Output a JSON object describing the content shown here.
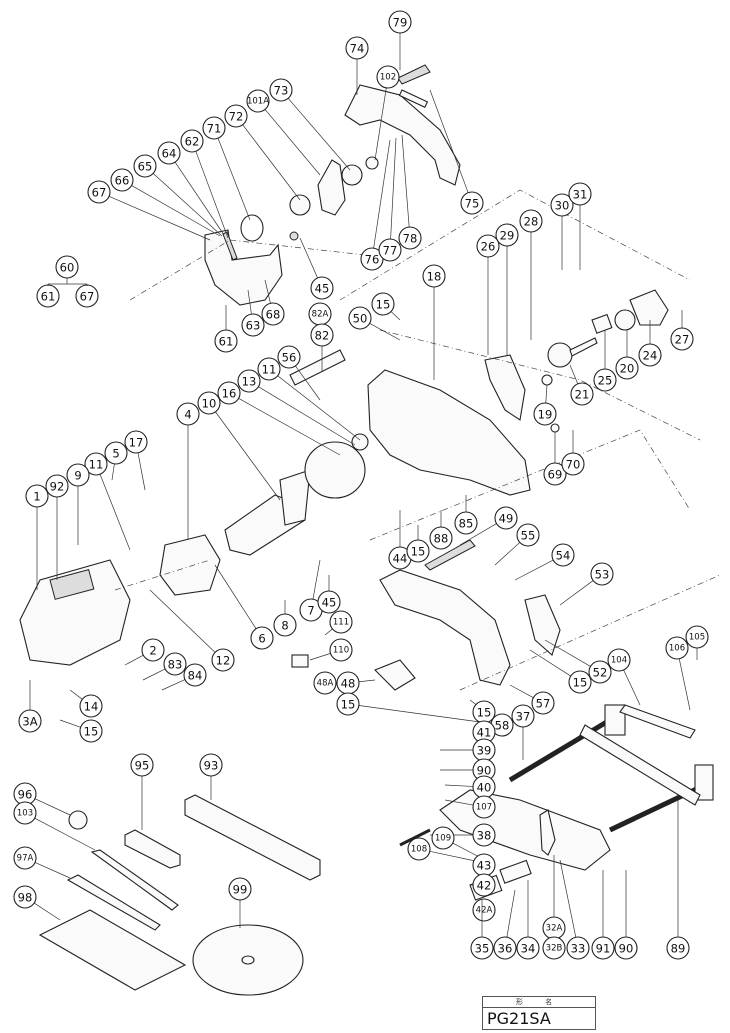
{
  "diagram": {
    "type": "exploded-parts-view",
    "title_block": {
      "header": "形 名",
      "model": "PG21SA"
    },
    "callouts": [
      {
        "id": "c79",
        "label": "79"
      },
      {
        "id": "c74",
        "label": "74"
      },
      {
        "id": "c102",
        "label": "102"
      },
      {
        "id": "c73",
        "label": "73"
      },
      {
        "id": "c101A",
        "label": "101A"
      },
      {
        "id": "c72",
        "label": "72"
      },
      {
        "id": "c71",
        "label": "71"
      },
      {
        "id": "c62",
        "label": "62"
      },
      {
        "id": "c64",
        "label": "64"
      },
      {
        "id": "c65",
        "label": "65"
      },
      {
        "id": "c66",
        "label": "66"
      },
      {
        "id": "c67",
        "label": "67"
      },
      {
        "id": "c75",
        "label": "75"
      },
      {
        "id": "c76",
        "label": "76"
      },
      {
        "id": "c77",
        "label": "77"
      },
      {
        "id": "c78",
        "label": "78"
      },
      {
        "id": "c60",
        "label": "60"
      },
      {
        "id": "c61a",
        "label": "61"
      },
      {
        "id": "c67b",
        "label": "67"
      },
      {
        "id": "c45a",
        "label": "45"
      },
      {
        "id": "c68",
        "label": "68"
      },
      {
        "id": "c63",
        "label": "63"
      },
      {
        "id": "c61",
        "label": "61"
      },
      {
        "id": "c30",
        "label": "30"
      },
      {
        "id": "c31",
        "label": "31"
      },
      {
        "id": "c28",
        "label": "28"
      },
      {
        "id": "c29",
        "label": "29"
      },
      {
        "id": "c26",
        "label": "26"
      },
      {
        "id": "c18",
        "label": "18"
      },
      {
        "id": "c15a",
        "label": "15"
      },
      {
        "id": "c50",
        "label": "50"
      },
      {
        "id": "c82A",
        "label": "82A"
      },
      {
        "id": "c82",
        "label": "82"
      },
      {
        "id": "c27",
        "label": "27"
      },
      {
        "id": "c24",
        "label": "24"
      },
      {
        "id": "c20",
        "label": "20"
      },
      {
        "id": "c25",
        "label": "25"
      },
      {
        "id": "c21",
        "label": "21"
      },
      {
        "id": "c19",
        "label": "19"
      },
      {
        "id": "c69",
        "label": "69"
      },
      {
        "id": "c70",
        "label": "70"
      },
      {
        "id": "c56",
        "label": "56"
      },
      {
        "id": "c11a",
        "label": "11"
      },
      {
        "id": "c13",
        "label": "13"
      },
      {
        "id": "c16",
        "label": "16"
      },
      {
        "id": "c10",
        "label": "10"
      },
      {
        "id": "c4",
        "label": "4"
      },
      {
        "id": "c17",
        "label": "17"
      },
      {
        "id": "c5",
        "label": "5"
      },
      {
        "id": "c11b",
        "label": "11"
      },
      {
        "id": "c9",
        "label": "9"
      },
      {
        "id": "c92",
        "label": "92"
      },
      {
        "id": "c1",
        "label": "1"
      },
      {
        "id": "c12",
        "label": "12"
      },
      {
        "id": "c6",
        "label": "6"
      },
      {
        "id": "c8",
        "label": "8"
      },
      {
        "id": "c7",
        "label": "7"
      },
      {
        "id": "c45b",
        "label": "45"
      },
      {
        "id": "c2",
        "label": "2"
      },
      {
        "id": "c83",
        "label": "83"
      },
      {
        "id": "c84",
        "label": "84"
      },
      {
        "id": "c14",
        "label": "14"
      },
      {
        "id": "c3A",
        "label": "3A"
      },
      {
        "id": "c15b",
        "label": "15"
      },
      {
        "id": "c44",
        "label": "44"
      },
      {
        "id": "c15c",
        "label": "15"
      },
      {
        "id": "c88",
        "label": "88"
      },
      {
        "id": "c85",
        "label": "85"
      },
      {
        "id": "c49",
        "label": "49"
      },
      {
        "id": "c55",
        "label": "55"
      },
      {
        "id": "c54",
        "label": "54"
      },
      {
        "id": "c53",
        "label": "53"
      },
      {
        "id": "c111",
        "label": "111"
      },
      {
        "id": "c110",
        "label": "110"
      },
      {
        "id": "c48A",
        "label": "48A"
      },
      {
        "id": "c48",
        "label": "48"
      },
      {
        "id": "c15d",
        "label": "15"
      },
      {
        "id": "c52",
        "label": "52"
      },
      {
        "id": "c15e",
        "label": "15"
      },
      {
        "id": "c57",
        "label": "57"
      },
      {
        "id": "c58",
        "label": "58"
      },
      {
        "id": "c105",
        "label": "105"
      },
      {
        "id": "c106",
        "label": "106"
      },
      {
        "id": "c104",
        "label": "104"
      },
      {
        "id": "c15f",
        "label": "15"
      },
      {
        "id": "c41",
        "label": "41"
      },
      {
        "id": "c39",
        "label": "39"
      },
      {
        "id": "c90a",
        "label": "90"
      },
      {
        "id": "c40",
        "label": "40"
      },
      {
        "id": "c107",
        "label": "107"
      },
      {
        "id": "c37",
        "label": "37"
      },
      {
        "id": "c38",
        "label": "38"
      },
      {
        "id": "c109",
        "label": "109"
      },
      {
        "id": "c108",
        "label": "108"
      },
      {
        "id": "c43",
        "label": "43"
      },
      {
        "id": "c42",
        "label": "42"
      },
      {
        "id": "c42A",
        "label": "42A"
      },
      {
        "id": "c35",
        "label": "35"
      },
      {
        "id": "c36",
        "label": "36"
      },
      {
        "id": "c34",
        "label": "34"
      },
      {
        "id": "c32A",
        "label": "32A"
      },
      {
        "id": "c32B",
        "label": "32B"
      },
      {
        "id": "c33",
        "label": "33"
      },
      {
        "id": "c91",
        "label": "91"
      },
      {
        "id": "c90b",
        "label": "90"
      },
      {
        "id": "c89",
        "label": "89"
      },
      {
        "id": "c93",
        "label": "93"
      },
      {
        "id": "c95",
        "label": "95"
      },
      {
        "id": "c96",
        "label": "96"
      },
      {
        "id": "c103",
        "label": "103"
      },
      {
        "id": "c97A",
        "label": "97A"
      },
      {
        "id": "c98",
        "label": "98"
      },
      {
        "id": "c99",
        "label": "99"
      }
    ]
  }
}
